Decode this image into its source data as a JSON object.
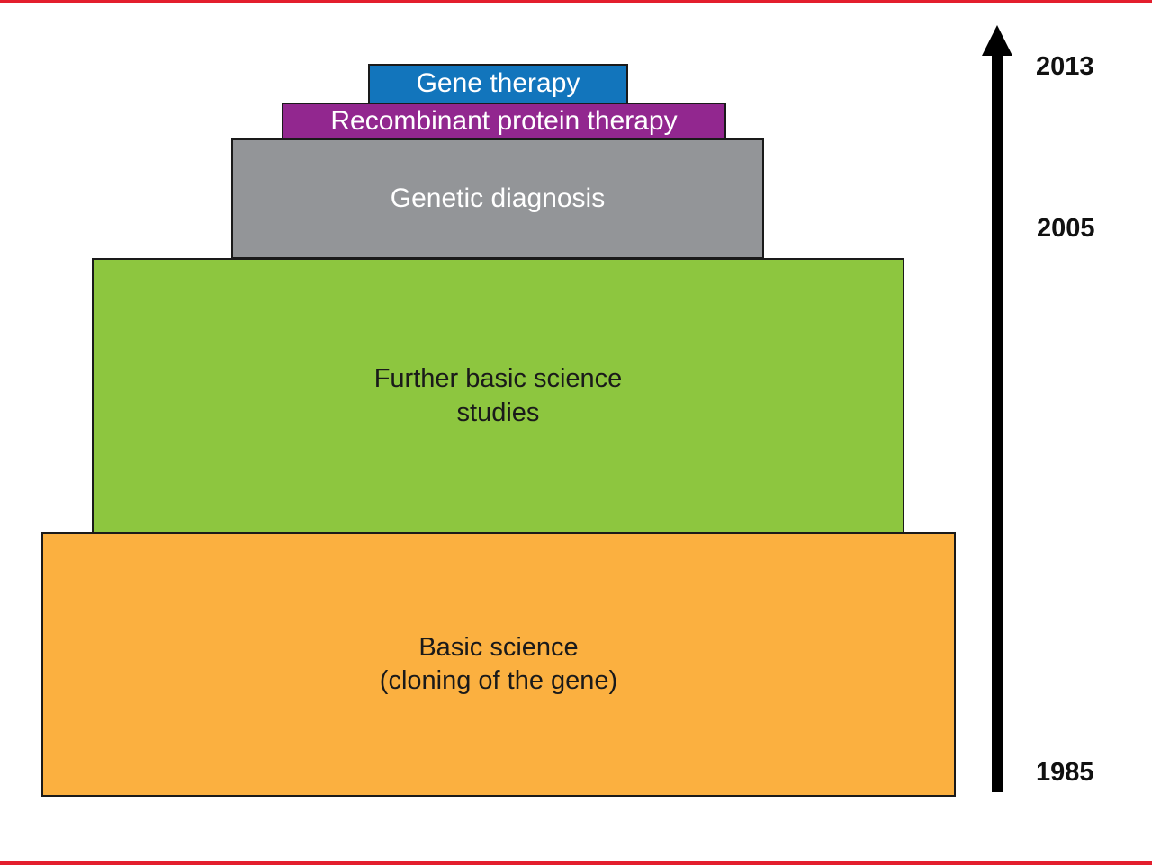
{
  "title": "Gene research progression timeline pyramid",
  "colors": {
    "frame_rule": "#e31e2d",
    "basic_science": "#fbb040",
    "further_studies": "#8dc63f",
    "genetic_diagnosis": "#939598",
    "recombinant_protein": "#92278f",
    "gene_therapy": "#1275bc",
    "arrow": "#000000"
  },
  "layers": [
    {
      "id": "basic",
      "label": "Basic science\n(cloning of the gene)"
    },
    {
      "id": "further",
      "label": "Further basic science\nstudies"
    },
    {
      "id": "diag",
      "label": "Genetic diagnosis"
    },
    {
      "id": "rec",
      "label": "Recombinant protein therapy"
    },
    {
      "id": "gene",
      "label": "Gene therapy"
    }
  ],
  "timeline": {
    "direction": "up",
    "years": [
      "2013",
      "2005",
      "1985"
    ]
  }
}
